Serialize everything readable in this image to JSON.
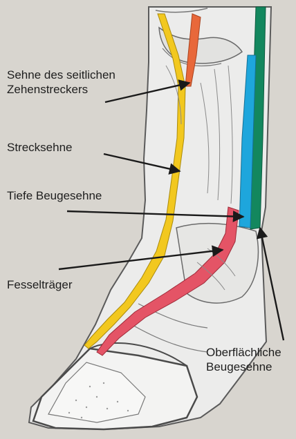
{
  "labels": {
    "sehne_seitlich": {
      "line1": "Sehne des seitlichen",
      "line2": "Zehenstreckers"
    },
    "strecksehne": "Strecksehne",
    "tiefe_beugesehne": "Tiefe Beugesehne",
    "fesseltraeger": "Fesselträger",
    "oberflaechliche": {
      "line1": "Oberflächliche",
      "line2": "Beugesehne"
    }
  },
  "colors": {
    "background": "#d8d5cf",
    "bone": "#ececeb",
    "outline": "#5a5a5a",
    "extensor_tendon": "#f2c81f",
    "lateral_extensor": "#e8683a",
    "deep_flexor": "#1ea6dc",
    "superficial_flexor": "#13875e",
    "suspensory_ligament": "#e45466",
    "arrow": "#1a1a1a"
  }
}
